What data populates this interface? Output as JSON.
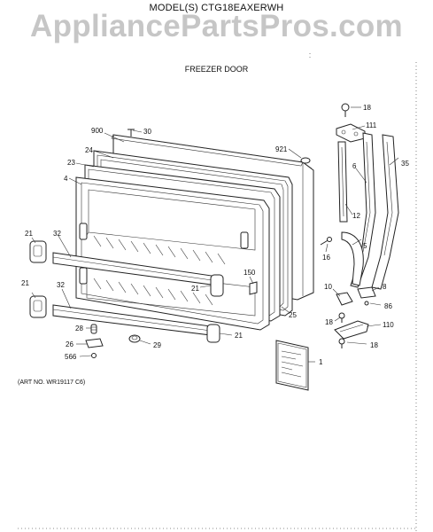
{
  "header": {
    "model": "MODEL(S) CTG18EAXERWH",
    "watermark": "AppliancePartsPros.com",
    "subtitle": "FREEZER DOOR"
  },
  "art_number": "(ART NO. WR19117 C6)",
  "callouts": {
    "c900": "900",
    "c30": "30",
    "c24": "24",
    "c23": "23",
    "c4": "4",
    "c921": "921",
    "c18a": "18",
    "c111": "111",
    "c6": "6",
    "c35": "35",
    "c12": "12",
    "c5": "5",
    "c16": "16",
    "c21a": "21",
    "c32a": "32",
    "c21b": "21",
    "c32b": "32",
    "c150": "150",
    "c21c": "21",
    "c25": "25",
    "c10": "10",
    "c8": "8",
    "c86": "86",
    "c18b": "18",
    "c110": "110",
    "c18c": "18",
    "c28": "28",
    "c26": "26",
    "c566": "566",
    "c29": "29",
    "c21d": "21",
    "c1": "1"
  }
}
